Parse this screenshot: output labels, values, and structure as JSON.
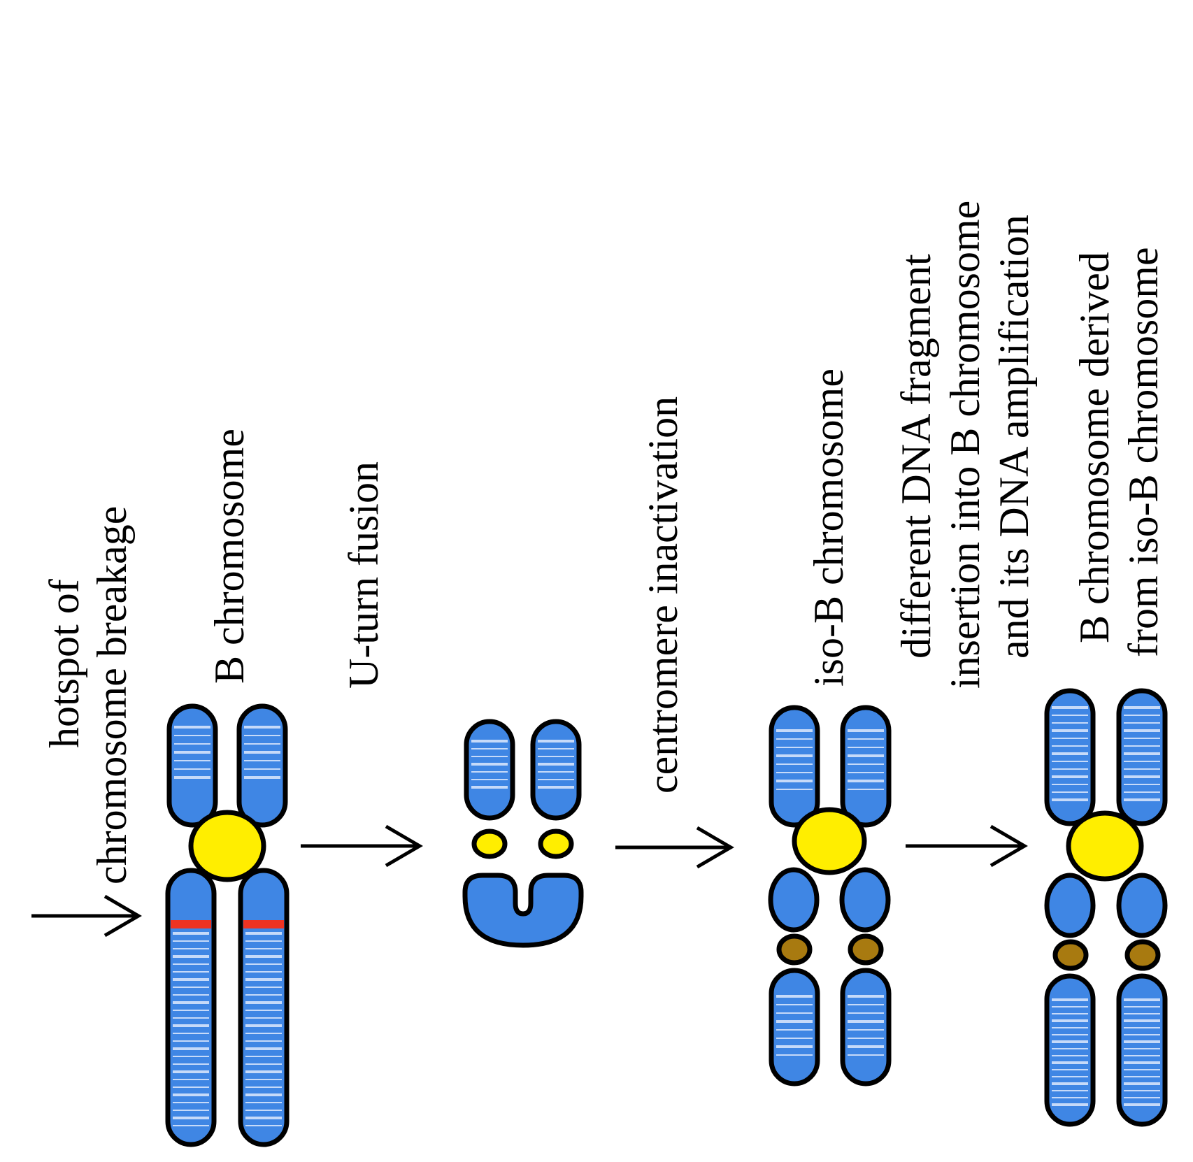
{
  "labels": {
    "hotspot_line1": "hotspot of",
    "hotspot_line2": "chromosome breakage",
    "b_chromosome": "B chromosome",
    "u_turn": "U-turn fusion",
    "centromere_inactivation": "centromere inactivation",
    "iso_b": "iso-B chromosome",
    "insertion_line1": "different DNA fragment",
    "insertion_line2": "insertion into B chromosome",
    "insertion_line3": "and its DNA amplification",
    "derived_line1": "B chromosome derived",
    "derived_line2": "from iso-B chromosome"
  },
  "colors": {
    "chromatid": "#3f86e4",
    "band": "#e8f0ff",
    "centromere": "#ffee00",
    "inactive_centromere": "#a87a10",
    "breakage_hotspot": "#ee3322",
    "outline": "#000000"
  }
}
